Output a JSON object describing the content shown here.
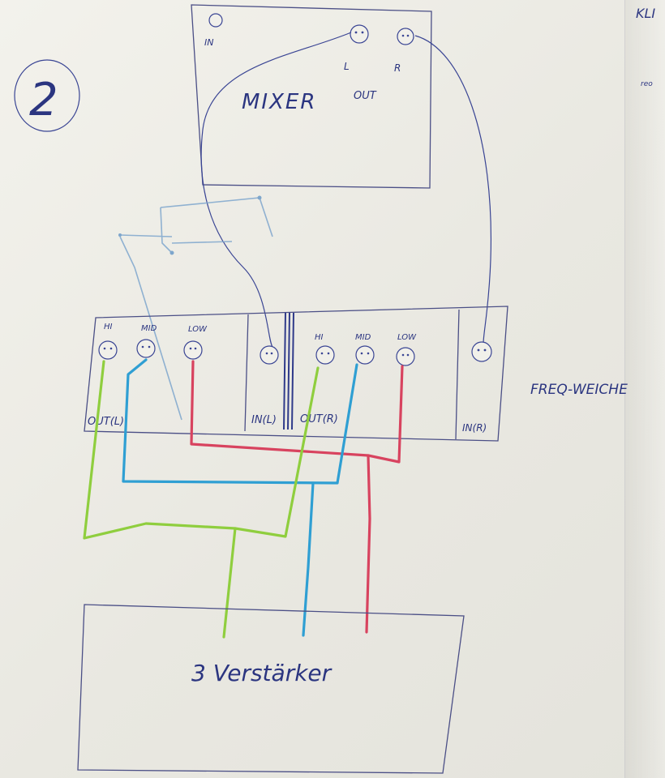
{
  "page_number": "2",
  "mixer": {
    "title": "MIXER",
    "in_label": "IN",
    "out_label": "OUT",
    "l_label": "L",
    "r_label": "R"
  },
  "crossover": {
    "title": "FREQ-WEICHE",
    "left": {
      "hi": "HI",
      "mid": "MID",
      "low": "LOW",
      "out": "OUT(L)",
      "in": "IN(L)"
    },
    "right": {
      "hi": "HI",
      "mid": "MID",
      "low": "LOW",
      "out": "OUT(R)",
      "in": "IN(R)"
    }
  },
  "amplifier": {
    "title": "3 Verstärker"
  },
  "corner_text": {
    "top": "KLI",
    "mid": "reo"
  },
  "colors": {
    "ink": "#3a4594",
    "hi_wire": "#8fce3e",
    "mid_wire": "#2f9fd3",
    "low_wire": "#d8435f",
    "faded_sketch": "#7ea6cc"
  }
}
